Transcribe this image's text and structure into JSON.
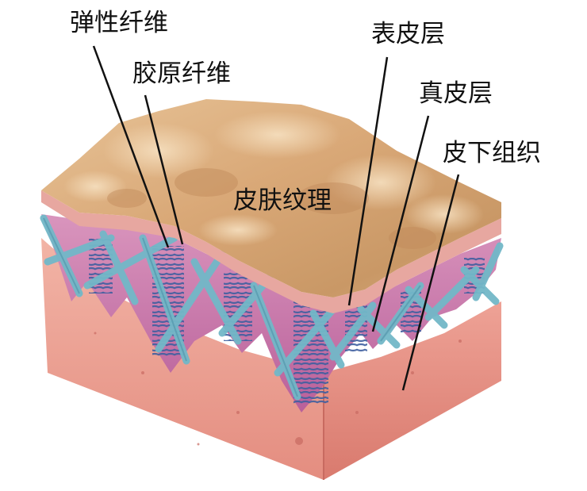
{
  "labels": {
    "elastic_fiber": "弹性纤维",
    "collagen_fiber": "胶原纤维",
    "epidermis": "表皮层",
    "dermis": "真皮层",
    "subcutaneous": "皮下组织",
    "skin_texture": "皮肤纹理"
  },
  "colors": {
    "epidermis_surface": "#d9ab7a",
    "epidermis_light": "#efd3ad",
    "dermis_pink": "#c56f9d",
    "collagen_band": "#6fb5c6",
    "elastic_coil": "#3e5f9e",
    "subcutaneous": "#efa99d",
    "subcutaneous_dark": "#d77f74",
    "leader_line": "#111111"
  }
}
